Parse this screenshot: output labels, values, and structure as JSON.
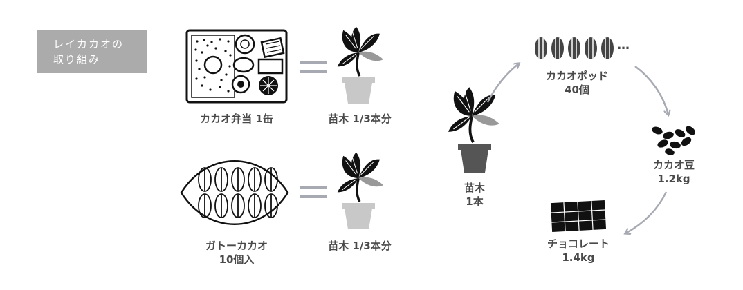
{
  "badge": {
    "line1": "レイカカオの",
    "line2": "取り組み"
  },
  "left": {
    "row1": {
      "item_label": "カカオ弁当 1缶",
      "equals_label": "苗木 1/3本分"
    },
    "row2": {
      "item_label_line1": "ガトーカカオ",
      "item_label_line2": "10個入",
      "equals_label": "苗木 1/3本分"
    }
  },
  "cycle": {
    "seedling": {
      "line1": "苗木",
      "line2": "1本"
    },
    "pods": {
      "line1": "カカオポッド",
      "line2": "40個",
      "ellipsis": "…"
    },
    "beans": {
      "line1": "カカオ豆",
      "line2": "1.2kg"
    },
    "chocolate": {
      "line1": "チョコレート",
      "line2": "1.4kg"
    }
  },
  "colors": {
    "badge_bg": "#ababab",
    "pot_light": "#c8c8c8",
    "pot_dark": "#555555",
    "arrow": "#a7a9b3",
    "equals": "#a7a9b3"
  }
}
